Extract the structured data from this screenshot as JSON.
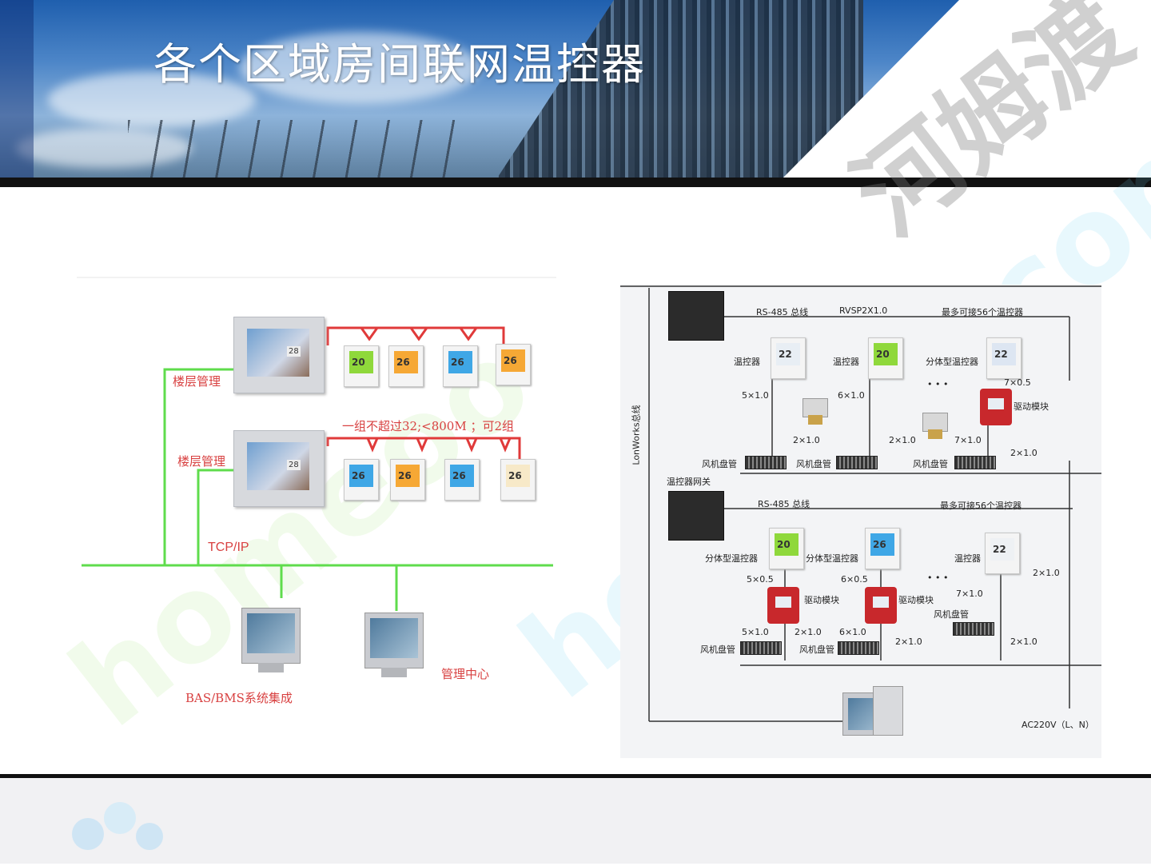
{
  "slide": {
    "title": "各个区域房间联网温控器"
  },
  "left_diagram": {
    "labels": {
      "floor_mgmt_1": "楼层管理",
      "floor_mgmt_2": "楼层管理",
      "group_note": "一组不超过32;<800M ；可2组",
      "network": "TCP/IP",
      "bas": "BAS/BMS系统集成",
      "center": "管理中心"
    },
    "thermostat_readouts": [
      "20",
      "26",
      "26",
      "26",
      "26",
      "26",
      "26",
      "26"
    ],
    "tablet_readouts": [
      "28",
      "28"
    ],
    "colors": {
      "line_red": "#e03a3a",
      "line_green": "#5fdc4c"
    }
  },
  "right_diagram": {
    "labels": {
      "rs485_top": "RS-485 总线",
      "cable_top": "RVSP2X1.0",
      "max_top": "最多可接56个温控器",
      "thermo_1": "温控器",
      "thermo_2": "温控器",
      "split_thermo_top": "分体型温控器",
      "dots_top": "• • •",
      "w7x05": "7×0.5",
      "drive_top": "驱动模块",
      "w5x10_a": "5×1.0",
      "w6x10_a": "6×1.0",
      "w2x10_a": "2×1.0",
      "w2x10_b": "2×1.0",
      "w7x10_a": "7×1.0",
      "w2x10_c": "2×1.0",
      "fan_1": "风机盘管",
      "fan_2": "风机盘管",
      "fan_3": "风机盘管",
      "lonworks": "LonWorks总线",
      "gateway": "温控器网关",
      "rs485_bottom": "RS-485 总线",
      "max_bottom": "最多可接56个温控器",
      "split_thermo_b1": "分体型温控器",
      "split_thermo_b2": "分体型温控器",
      "thermo_b3": "温控器",
      "w2x10_d": "2×1.0",
      "w5x05": "5×0.5",
      "w6x05": "6×0.5",
      "dots_bottom": "• • •",
      "drive_b1": "驱动模块",
      "drive_b2": "驱动模块",
      "w7x10_b": "7×1.0",
      "fan_b3": "风机盘管",
      "w5x10_b": "5×1.0",
      "w2x10_e": "2×1.0",
      "w6x10_b": "6×1.0",
      "w2x10_f": "2×1.0",
      "w2x10_g": "2×1.0",
      "fan_b1": "风机盘管",
      "fan_b2": "风机盘管",
      "power": "AC220V（L、N）"
    },
    "thermostat_readouts": [
      "22",
      "20",
      "22",
      "20",
      "26",
      "22"
    ]
  },
  "watermark": {
    "text_1": "homeoo",
    "text_2": "homeoo.com",
    "text_3": "河姆渡"
  }
}
